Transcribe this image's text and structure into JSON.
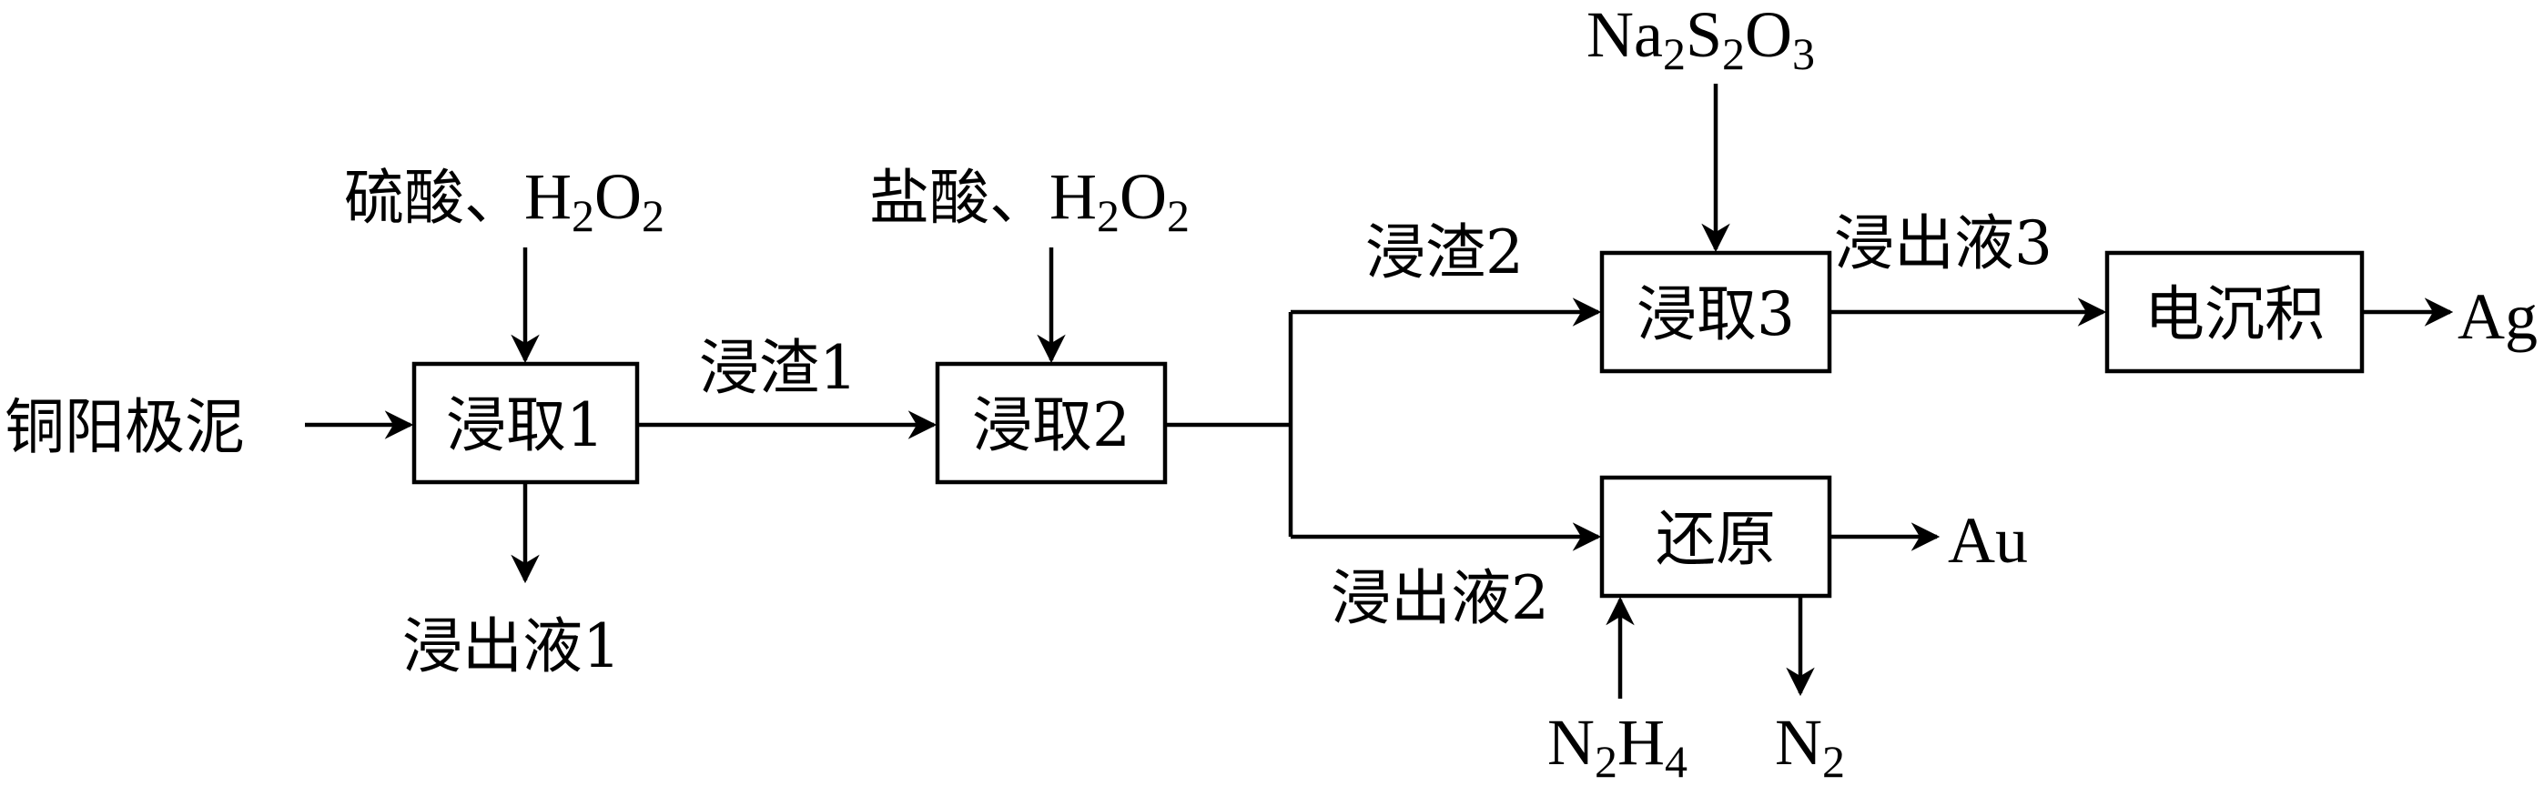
{
  "nodes": {
    "start": "铜阳极泥",
    "leach1": "浸取1",
    "leach2": "浸取2",
    "leach3": "浸取3",
    "reduce": "还原",
    "electro": "电沉积"
  },
  "labels": {
    "reagent1_cn": "硫酸、",
    "reagent2_cn": "盐酸、",
    "residue1": "浸渣1",
    "residue2": "浸渣2",
    "filtrate1": "浸出液1",
    "filtrate2": "浸出液2",
    "filtrate3": "浸出液3",
    "ag": "Ag",
    "au": "Au"
  },
  "formulas": {
    "h2o2": [
      "H",
      "2",
      "O",
      "2"
    ],
    "na2s2o3": [
      "Na",
      "2",
      "S",
      "2",
      "O",
      "3"
    ],
    "n2h4": [
      "N",
      "2",
      "H",
      "4"
    ],
    "n2": [
      "N",
      "2"
    ]
  },
  "colors": {
    "ink": "#000000",
    "background": "#ffffff"
  }
}
